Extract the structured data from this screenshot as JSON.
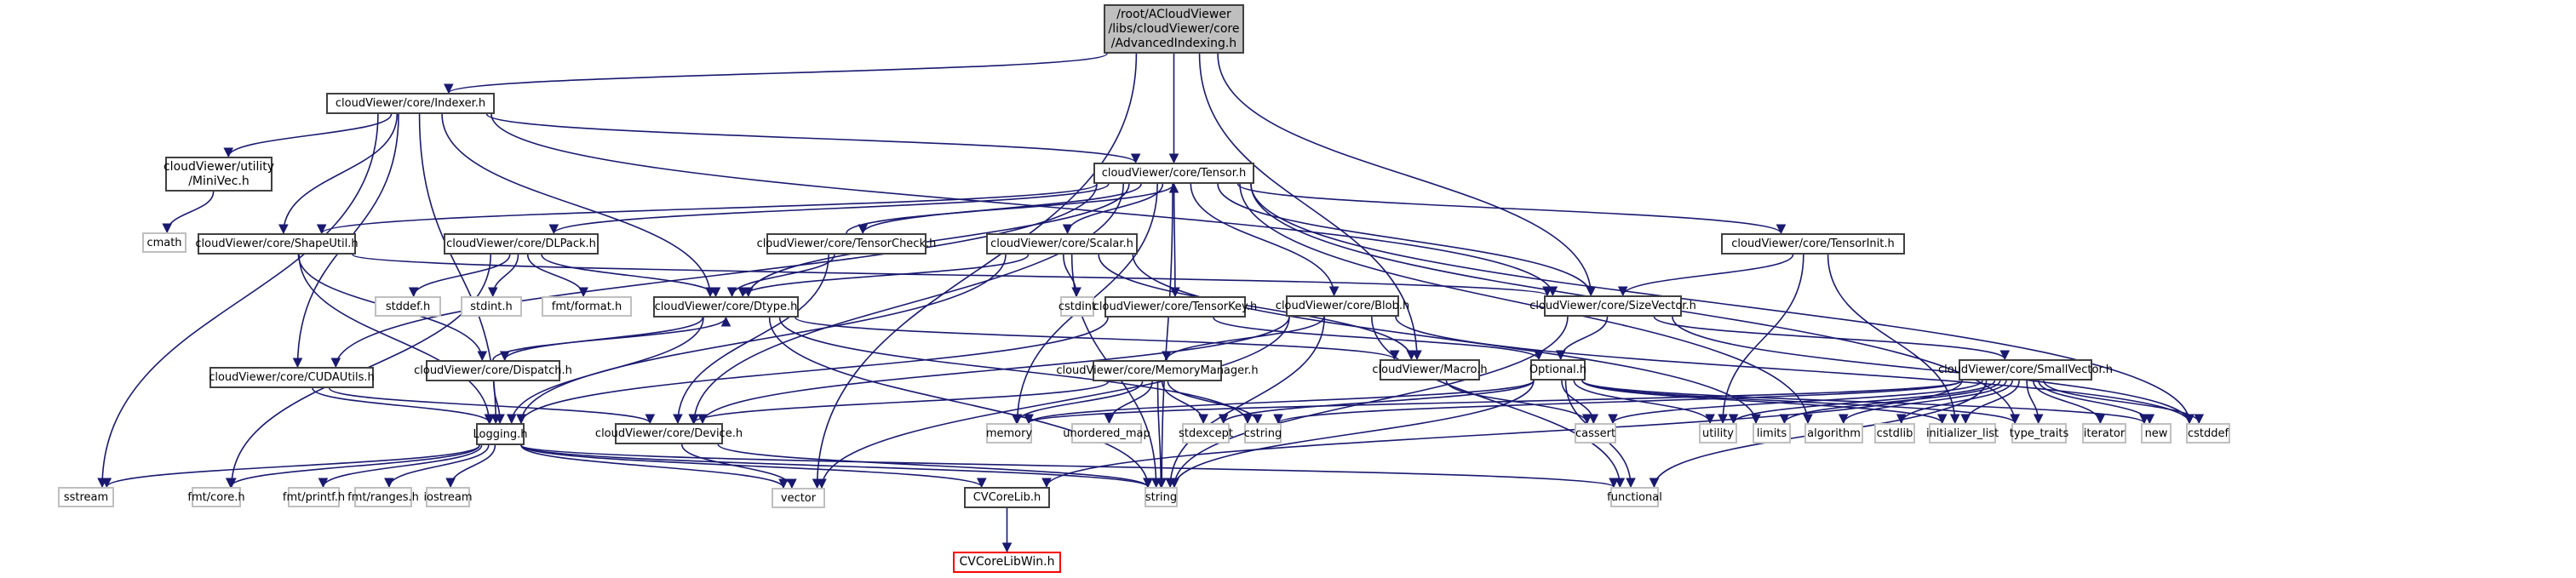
{
  "title": "/root/ACloudViewer/libs/cloudViewer/core/AdvancedIndexing.h",
  "colors": {
    "edge": "#191970",
    "root_fill": "#bfbfbf",
    "missing_border": "#ff0000",
    "system_border": "#bfbfbf",
    "local_border": "#404040"
  },
  "nodes": [
    {
      "id": "root",
      "label": "/root/ACloudViewer\n/libs/cloudViewer/core\n/AdvancedIndexing.h",
      "kind": "root"
    },
    {
      "id": "indexer",
      "label": "cloudViewer/core/Indexer.h",
      "kind": "local"
    },
    {
      "id": "tensor",
      "label": "cloudViewer/core/Tensor.h",
      "kind": "local"
    },
    {
      "id": "minivec",
      "label": "cloudViewer/utility\n/MiniVec.h",
      "kind": "local"
    },
    {
      "id": "cmath",
      "label": "cmath",
      "kind": "system"
    },
    {
      "id": "shapeutil",
      "label": "cloudViewer/core/ShapeUtil.h",
      "kind": "local"
    },
    {
      "id": "dlpack",
      "label": "cloudViewer/core/DLPack.h",
      "kind": "local"
    },
    {
      "id": "tensorcheck",
      "label": "cloudViewer/core/TensorCheck.h",
      "kind": "local"
    },
    {
      "id": "scalar",
      "label": "cloudViewer/core/Scalar.h",
      "kind": "local"
    },
    {
      "id": "tensorinit",
      "label": "cloudViewer/core/TensorInit.h",
      "kind": "local"
    },
    {
      "id": "stddefh",
      "label": "stddef.h",
      "kind": "system"
    },
    {
      "id": "stdinth",
      "label": "stdint.h",
      "kind": "system"
    },
    {
      "id": "fmtformat",
      "label": "fmt/format.h",
      "kind": "system"
    },
    {
      "id": "dtype",
      "label": "cloudViewer/core/Dtype.h",
      "kind": "local"
    },
    {
      "id": "cstdint",
      "label": "cstdint",
      "kind": "system"
    },
    {
      "id": "tensorkey",
      "label": "cloudViewer/core/TensorKey.h",
      "kind": "local"
    },
    {
      "id": "blob",
      "label": "cloudViewer/core/Blob.h",
      "kind": "local"
    },
    {
      "id": "sizevector",
      "label": "cloudViewer/core/SizeVector.h",
      "kind": "local"
    },
    {
      "id": "cudautils",
      "label": "cloudViewer/core/CUDAUtils.h",
      "kind": "local"
    },
    {
      "id": "dispatch",
      "label": "cloudViewer/core/Dispatch.h",
      "kind": "local"
    },
    {
      "id": "macro",
      "label": "cloudViewer/Macro.h",
      "kind": "local"
    },
    {
      "id": "optional",
      "label": "Optional.h",
      "kind": "local"
    },
    {
      "id": "memmgr",
      "label": "cloudViewer/core/MemoryManager.h",
      "kind": "local"
    },
    {
      "id": "smallvector",
      "label": "cloudViewer/core/SmallVector.h",
      "kind": "local"
    },
    {
      "id": "logging",
      "label": "Logging.h",
      "kind": "local"
    },
    {
      "id": "device",
      "label": "cloudViewer/core/Device.h",
      "kind": "local"
    },
    {
      "id": "memory",
      "label": "memory",
      "kind": "system"
    },
    {
      "id": "unordered_map",
      "label": "unordered_map",
      "kind": "system"
    },
    {
      "id": "stdexcept",
      "label": "stdexcept",
      "kind": "system"
    },
    {
      "id": "cstring",
      "label": "cstring",
      "kind": "system"
    },
    {
      "id": "cassert",
      "label": "cassert",
      "kind": "system"
    },
    {
      "id": "utility",
      "label": "utility",
      "kind": "system"
    },
    {
      "id": "limits",
      "label": "limits",
      "kind": "system"
    },
    {
      "id": "algorithm",
      "label": "algorithm",
      "kind": "system"
    },
    {
      "id": "cstdlib",
      "label": "cstdlib",
      "kind": "system"
    },
    {
      "id": "initializer_list",
      "label": "initializer_list",
      "kind": "system"
    },
    {
      "id": "type_traits",
      "label": "type_traits",
      "kind": "system"
    },
    {
      "id": "iterator",
      "label": "iterator",
      "kind": "system"
    },
    {
      "id": "new",
      "label": "new",
      "kind": "system"
    },
    {
      "id": "cstddef",
      "label": "cstddef",
      "kind": "system"
    },
    {
      "id": "sstream",
      "label": "sstream",
      "kind": "system"
    },
    {
      "id": "fmtcore",
      "label": "fmt/core.h",
      "kind": "system"
    },
    {
      "id": "fmtprintf",
      "label": "fmt/printf.h",
      "kind": "system"
    },
    {
      "id": "fmtranges",
      "label": "fmt/ranges.h",
      "kind": "system"
    },
    {
      "id": "iostream",
      "label": "iostream",
      "kind": "system"
    },
    {
      "id": "vector",
      "label": "vector",
      "kind": "system"
    },
    {
      "id": "cvcorelib",
      "label": "CVCoreLib.h",
      "kind": "local"
    },
    {
      "id": "string",
      "label": "string",
      "kind": "system"
    },
    {
      "id": "functional",
      "label": "functional",
      "kind": "system"
    },
    {
      "id": "cvcorelibwin",
      "label": "CVCoreLibWin.h",
      "kind": "missing"
    }
  ],
  "edges": [
    [
      "root",
      "indexer"
    ],
    [
      "root",
      "tensor"
    ],
    [
      "root",
      "sizevector"
    ],
    [
      "root",
      "macro"
    ],
    [
      "root",
      "vector"
    ],
    [
      "indexer",
      "tensor"
    ],
    [
      "indexer",
      "minivec"
    ],
    [
      "indexer",
      "shapeutil"
    ],
    [
      "indexer",
      "dtype"
    ],
    [
      "indexer",
      "sizevector"
    ],
    [
      "indexer",
      "logging"
    ],
    [
      "indexer",
      "cudautils"
    ],
    [
      "indexer",
      "sstream"
    ],
    [
      "minivec",
      "cmath"
    ],
    [
      "tensor",
      "shapeutil"
    ],
    [
      "tensor",
      "dlpack"
    ],
    [
      "tensor",
      "tensorcheck"
    ],
    [
      "tensor",
      "scalar"
    ],
    [
      "tensor",
      "tensorkey"
    ],
    [
      "tensor",
      "blob"
    ],
    [
      "tensor",
      "tensorinit"
    ],
    [
      "tensor",
      "sizevector"
    ],
    [
      "tensor",
      "dtype"
    ],
    [
      "tensor",
      "device"
    ],
    [
      "tensor",
      "memory"
    ],
    [
      "tensor",
      "algorithm"
    ],
    [
      "tensor",
      "cstddef"
    ],
    [
      "tensor",
      "type_traits"
    ],
    [
      "tensor",
      "string"
    ],
    [
      "tensor",
      "cudautils"
    ],
    [
      "tensorcheck",
      "tensor"
    ],
    [
      "tensorcheck",
      "dtype"
    ],
    [
      "tensorcheck",
      "device"
    ],
    [
      "shapeutil",
      "sizevector"
    ],
    [
      "shapeutil",
      "logging"
    ],
    [
      "shapeutil",
      "dispatch"
    ],
    [
      "dlpack",
      "stddefh"
    ],
    [
      "dlpack",
      "stdinth"
    ],
    [
      "dlpack",
      "fmtformat"
    ],
    [
      "dlpack",
      "fmtcore"
    ],
    [
      "dlpack",
      "dtype"
    ],
    [
      "scalar",
      "dtype"
    ],
    [
      "scalar",
      "cstdint"
    ],
    [
      "scalar",
      "logging"
    ],
    [
      "scalar",
      "macro"
    ],
    [
      "scalar",
      "string"
    ],
    [
      "scalar",
      "limits"
    ],
    [
      "tensorinit",
      "sizevector"
    ],
    [
      "tensorinit",
      "utility"
    ],
    [
      "tensorinit",
      "initializer_list"
    ],
    [
      "dtype",
      "dispatch"
    ],
    [
      "dtype",
      "logging"
    ],
    [
      "dtype",
      "macro"
    ],
    [
      "dtype",
      "string"
    ],
    [
      "dtype",
      "cstring"
    ],
    [
      "dispatch",
      "dtype"
    ],
    [
      "dispatch",
      "logging"
    ],
    [
      "tensorkey",
      "logging"
    ],
    [
      "tensorkey",
      "optional"
    ],
    [
      "blob",
      "memmgr"
    ],
    [
      "blob",
      "device"
    ],
    [
      "blob",
      "string"
    ],
    [
      "blob",
      "vector"
    ],
    [
      "blob",
      "functional"
    ],
    [
      "blob",
      "cstddef"
    ],
    [
      "sizevector",
      "optional"
    ],
    [
      "sizevector",
      "smallvector"
    ],
    [
      "sizevector",
      "string"
    ],
    [
      "sizevector",
      "cstddef"
    ],
    [
      "cudautils",
      "logging"
    ],
    [
      "cudautils",
      "device"
    ],
    [
      "memmgr",
      "device"
    ],
    [
      "memmgr",
      "memory"
    ],
    [
      "memmgr",
      "unordered_map"
    ],
    [
      "memmgr",
      "stdexcept"
    ],
    [
      "memmgr",
      "cstring"
    ],
    [
      "memmgr",
      "string"
    ],
    [
      "macro",
      "cassert"
    ],
    [
      "optional",
      "cassert"
    ],
    [
      "optional",
      "functional"
    ],
    [
      "optional",
      "utility"
    ],
    [
      "optional",
      "stdexcept"
    ],
    [
      "optional",
      "string"
    ],
    [
      "optional",
      "type_traits"
    ],
    [
      "optional",
      "initializer_list"
    ],
    [
      "optional",
      "new"
    ],
    [
      "optional",
      "memory"
    ],
    [
      "smallvector",
      "cassert"
    ],
    [
      "smallvector",
      "utility"
    ],
    [
      "smallvector",
      "limits"
    ],
    [
      "smallvector",
      "algorithm"
    ],
    [
      "smallvector",
      "cstdlib"
    ],
    [
      "smallvector",
      "initializer_list"
    ],
    [
      "smallvector",
      "type_traits"
    ],
    [
      "smallvector",
      "iterator"
    ],
    [
      "smallvector",
      "new"
    ],
    [
      "smallvector",
      "cstddef"
    ],
    [
      "smallvector",
      "cstring"
    ],
    [
      "smallvector",
      "functional"
    ],
    [
      "smallvector",
      "memory"
    ],
    [
      "smallvector",
      "cvcorelib"
    ],
    [
      "logging",
      "sstream"
    ],
    [
      "logging",
      "fmtcore"
    ],
    [
      "logging",
      "fmtprintf"
    ],
    [
      "logging",
      "fmtranges"
    ],
    [
      "logging",
      "iostream"
    ],
    [
      "logging",
      "vector"
    ],
    [
      "logging",
      "cvcorelib"
    ],
    [
      "logging",
      "string"
    ],
    [
      "logging",
      "functional"
    ],
    [
      "device",
      "vector"
    ],
    [
      "device",
      "string"
    ],
    [
      "cvcorelib",
      "cvcorelibwin"
    ]
  ]
}
